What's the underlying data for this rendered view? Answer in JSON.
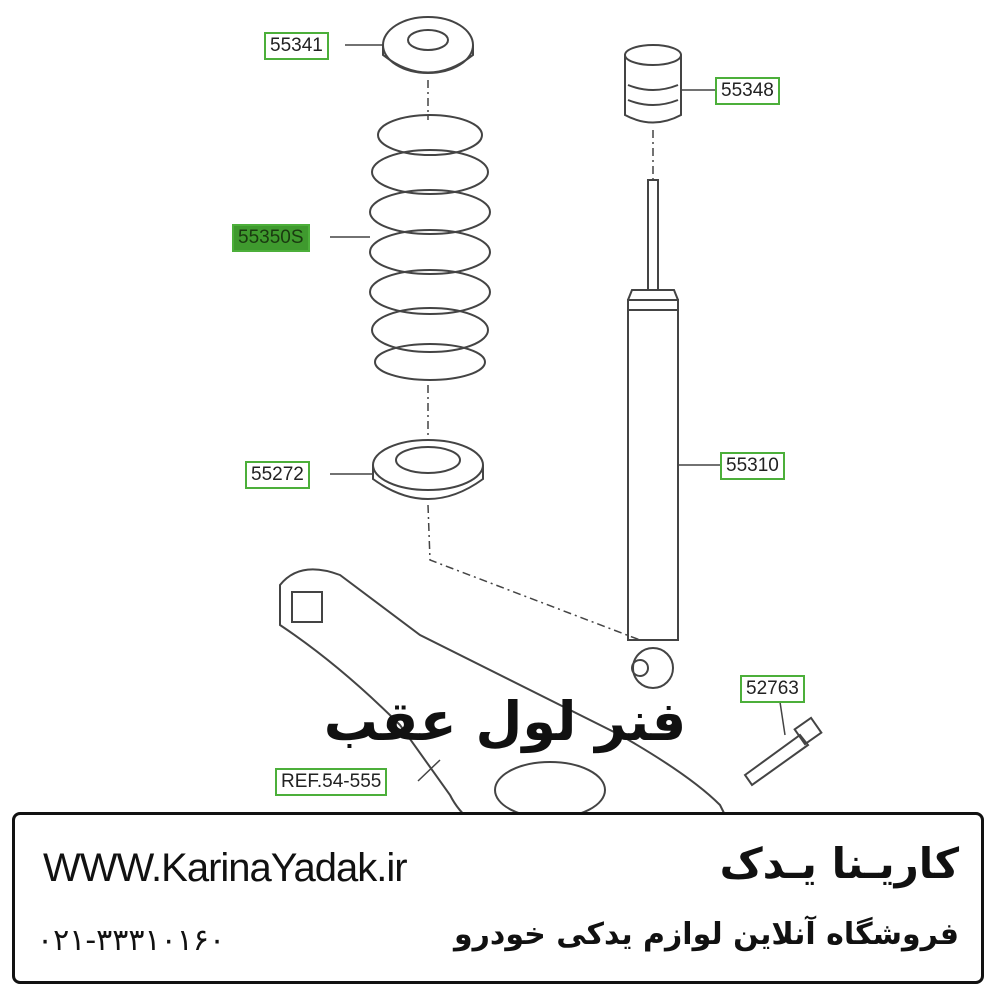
{
  "watermark": "KarinaYadak.ir",
  "parts": {
    "upper_seat": "55341",
    "bump_stopper": "55348",
    "coil_spring": "55350S",
    "lower_seat": "55272",
    "shock_absorber": "55310",
    "bolt": "52763",
    "ref": "REF.54-555"
  },
  "title": "فنر لول عقب",
  "footer": {
    "url": "WWW.KarinaYadak.ir",
    "phone": "۰۲۱-۳۳۳۱۰۱۶۰",
    "brand": "کاریـنا یـدک",
    "tagline": "فروشگاه آنلاین لوازم یدکی خودرو"
  },
  "colors": {
    "label_border": "#4caf3a",
    "label_highlight": "#3f9a2e"
  }
}
